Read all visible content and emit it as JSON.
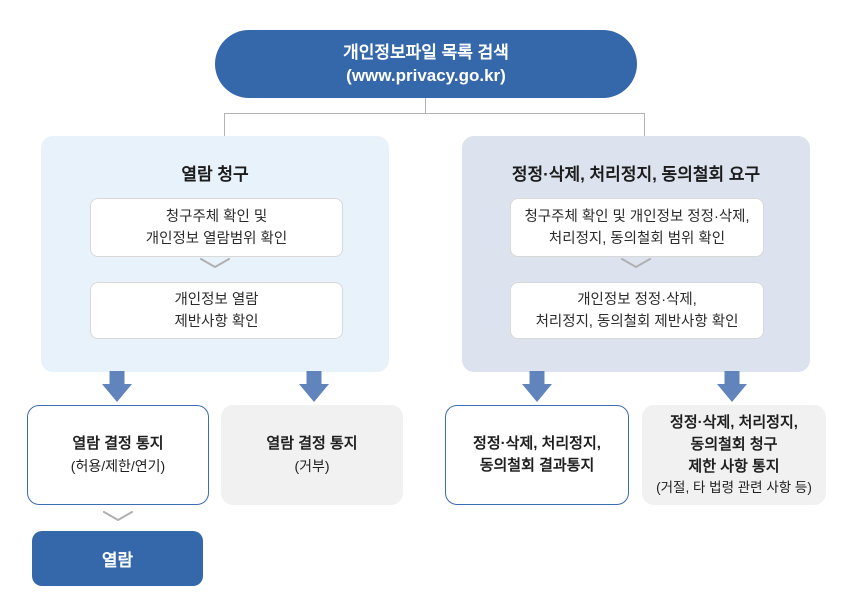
{
  "colors": {
    "primary_blue": "#3567ab",
    "arrow_blue": "#6284bd",
    "panel_left_bg": "#e8f2fb",
    "panel_right_bg": "#dce3ee",
    "gray_box_bg": "#f1f1f1",
    "outline_blue": "#3c6cb4",
    "connector_gray": "#b3b3b3"
  },
  "root_node": {
    "line1": "개인정보파일 목록 검색",
    "line2": "(www.privacy.go.kr)"
  },
  "left_panel": {
    "title": "열람 청구",
    "steps": [
      {
        "line1": "청구주체 확인 및",
        "line2": "개인정보 열람범위 확인"
      },
      {
        "line1": "개인정보 열람",
        "line2": "제반사항 확인"
      }
    ]
  },
  "right_panel": {
    "title": "정정·삭제, 처리정지, 동의철회 요구",
    "steps": [
      {
        "line1": "청구주체 확인 및 개인정보 정정·삭제,",
        "line2": "처리정지, 동의철회 범위 확인"
      },
      {
        "line1": "개인정보 정정·삭제,",
        "line2": "처리정지, 동의철회 제반사항 확인"
      }
    ]
  },
  "outcomes": [
    {
      "line1": "열람 결정 통지",
      "line2": "(허용/제한/연기)"
    },
    {
      "line1": "열람 결정 통지",
      "line2": "(거부)"
    },
    {
      "line1": "정정·삭제, 처리정지,",
      "line2": "동의철회 결과통지"
    },
    {
      "line1": "정정·삭제, 처리정지,",
      "line2": "동의철회 청구",
      "line3": "제한 사항 통지",
      "line4": "(거절, 타 법령 관련 사항 등)"
    }
  ],
  "final_node": {
    "label": "열람"
  }
}
